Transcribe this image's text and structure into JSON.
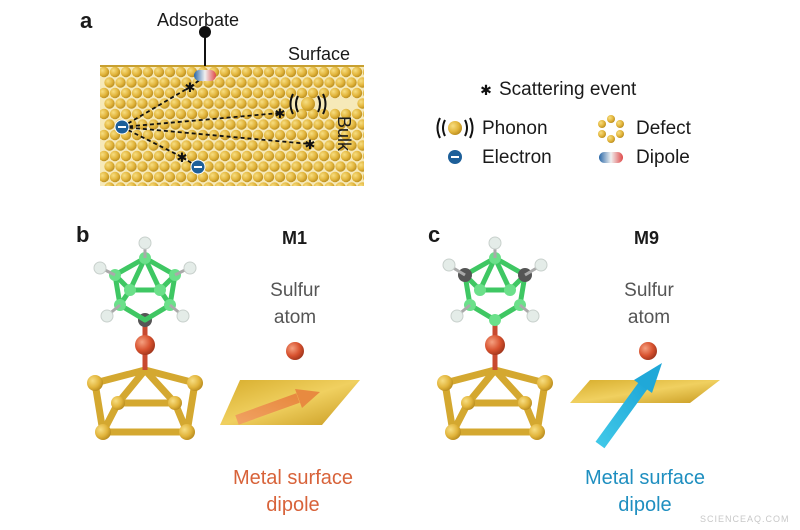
{
  "panel_a": {
    "label": "a",
    "adsorbate": "Adsorbate",
    "surface": "Surface",
    "bulk": "Bulk",
    "legend": {
      "scattering": "Scattering event",
      "phonon": "Phonon",
      "defect": "Defect",
      "electron": "Electron",
      "dipole": "Dipole"
    }
  },
  "panel_b": {
    "label": "b",
    "title": "M1",
    "sulfur_line1": "Sulfur",
    "sulfur_line2": "atom",
    "dipole_line1": "Metal surface",
    "dipole_line2": "dipole"
  },
  "panel_c": {
    "label": "c",
    "title": "M9",
    "sulfur_line1": "Sulfur",
    "sulfur_line2": "atom",
    "dipole_line1": "Metal surface",
    "dipole_line2": "dipole"
  },
  "watermark": "SCIENCEAQ.COM",
  "colors": {
    "gold": "#e0b43c",
    "electron": "#1d5f99",
    "sulfur": "#d85a3a",
    "orange_text": "#d8633a",
    "blue_text": "#1f8fc0",
    "carbon_cage": "#5cd879"
  }
}
